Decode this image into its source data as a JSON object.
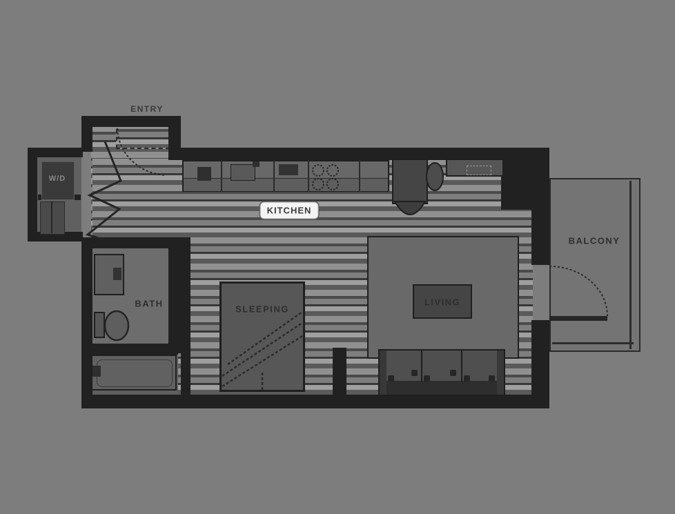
{
  "floorplan": {
    "labels": {
      "entry": "ENTRY",
      "washer_dryer": "W/D",
      "kitchen": "KITCHEN",
      "bath": "BATH",
      "sleeping": "SLEEPING",
      "living": "LIVING",
      "balcony": "BALCONY"
    },
    "colors": {
      "background": "#7d7d7d",
      "wall": "#212121",
      "floor_light": "#9f9f9f",
      "floor_dark": "#383838",
      "plain_floor": "#6d6d6d",
      "kitchen_label_bg": "#f4f4f4",
      "label_text": "#2e2e2e"
    }
  }
}
